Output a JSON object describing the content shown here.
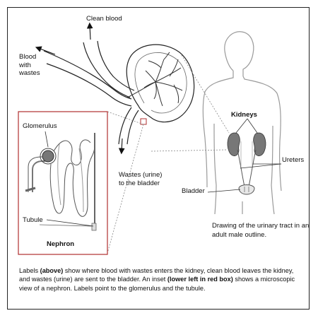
{
  "labels": {
    "clean_blood": "Clean blood",
    "blood_line1": "Blood",
    "blood_line2": "with",
    "blood_line3": "wastes",
    "kidneys": "Kidneys",
    "ureters": "Ureters",
    "bladder": "Bladder",
    "wastes_line1": "Wastes (urine)",
    "wastes_line2": "to the bladder",
    "glomerulus": "Glomerulus",
    "tubule": "Tubule",
    "nephron": "Nephron"
  },
  "drawing_note": "Drawing of the urinary tract in an adult male outline.",
  "caption": {
    "p1": "Labels ",
    "b1": "(above)",
    "p2": " show where blood with wastes enters the kidney, clean blood leaves the kidney, and wastes (urine) are sent to the bladder. An inset ",
    "b2": "(lower left in red box)",
    "p3": " shows a microscopic view of a nephron. Labels point to the glomerulus and the tubule."
  },
  "colors": {
    "inset_border": "#b03030",
    "kidney_fill": "#777777",
    "line": "#222222",
    "outline": "#9a9a9a"
  }
}
